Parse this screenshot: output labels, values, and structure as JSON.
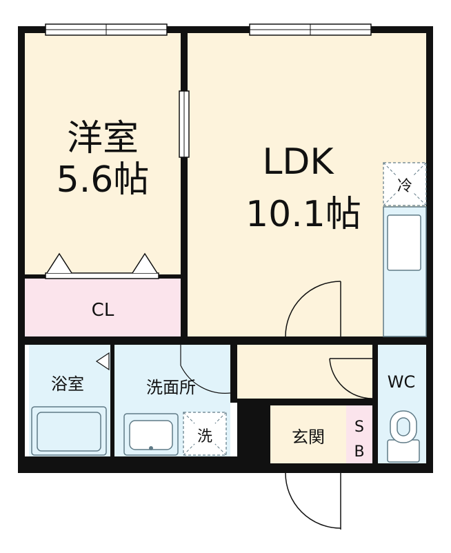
{
  "rooms": {
    "western": {
      "name": "洋室",
      "size": "5.6帖"
    },
    "closet": {
      "name": "CL"
    },
    "ldk": {
      "name": "LDK",
      "size": "10.1帖"
    },
    "fridge": {
      "name": "冷"
    },
    "bath": {
      "name": "浴室"
    },
    "washroom": {
      "name": "洗面所"
    },
    "washer": {
      "name": "洗"
    },
    "entrance": {
      "name": "玄関"
    },
    "shoebox": {
      "line1": "S",
      "line2": "B"
    },
    "toilet": {
      "name": "WC"
    }
  },
  "colors": {
    "wall": "#111111",
    "room_wood": "#fdf3dc",
    "closet": "#fbe4ec",
    "wet_area": "#e1f3fa",
    "fixture_stroke": "#5f7a86"
  }
}
